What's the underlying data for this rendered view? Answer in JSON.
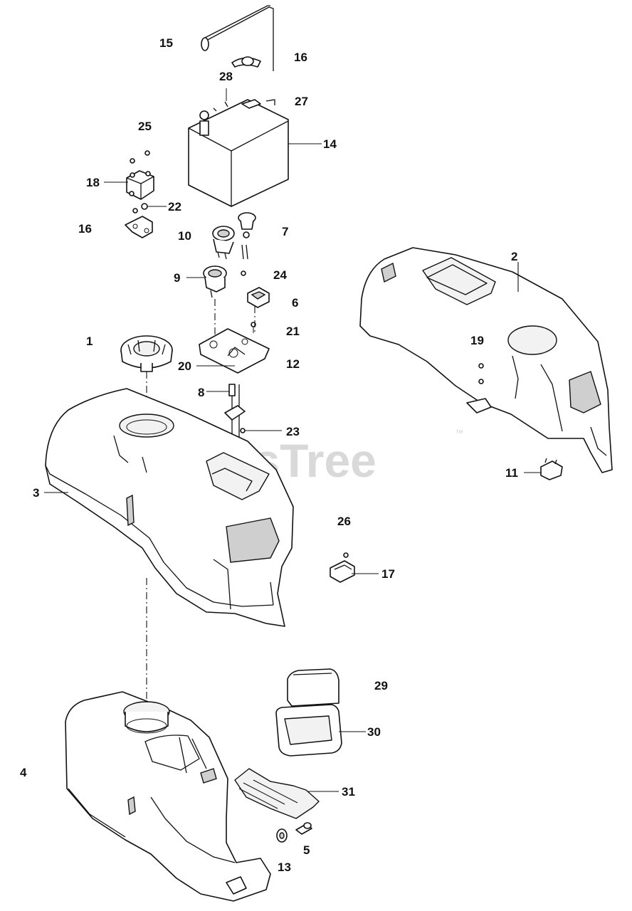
{
  "watermark": {
    "text": "PartsTree",
    "trademark": "™"
  },
  "callouts": [
    {
      "id": "15",
      "text": "15"
    },
    {
      "id": "16a",
      "text": "16"
    },
    {
      "id": "28",
      "text": "28"
    },
    {
      "id": "27",
      "text": "27"
    },
    {
      "id": "25",
      "text": "25"
    },
    {
      "id": "14",
      "text": "14"
    },
    {
      "id": "18",
      "text": "18"
    },
    {
      "id": "22",
      "text": "22"
    },
    {
      "id": "16b",
      "text": "16"
    },
    {
      "id": "10",
      "text": "10"
    },
    {
      "id": "7",
      "text": "7"
    },
    {
      "id": "2",
      "text": "2"
    },
    {
      "id": "9",
      "text": "9"
    },
    {
      "id": "24",
      "text": "24"
    },
    {
      "id": "6",
      "text": "6"
    },
    {
      "id": "21",
      "text": "21"
    },
    {
      "id": "1",
      "text": "1"
    },
    {
      "id": "19",
      "text": "19"
    },
    {
      "id": "20",
      "text": "20"
    },
    {
      "id": "12",
      "text": "12"
    },
    {
      "id": "8",
      "text": "8"
    },
    {
      "id": "23",
      "text": "23"
    },
    {
      "id": "3",
      "text": "3"
    },
    {
      "id": "11",
      "text": "11"
    },
    {
      "id": "26",
      "text": "26"
    },
    {
      "id": "17",
      "text": "17"
    },
    {
      "id": "29",
      "text": "29"
    },
    {
      "id": "30",
      "text": "30"
    },
    {
      "id": "4",
      "text": "4"
    },
    {
      "id": "31",
      "text": "31"
    },
    {
      "id": "5",
      "text": "5"
    },
    {
      "id": "13",
      "text": "13"
    }
  ]
}
